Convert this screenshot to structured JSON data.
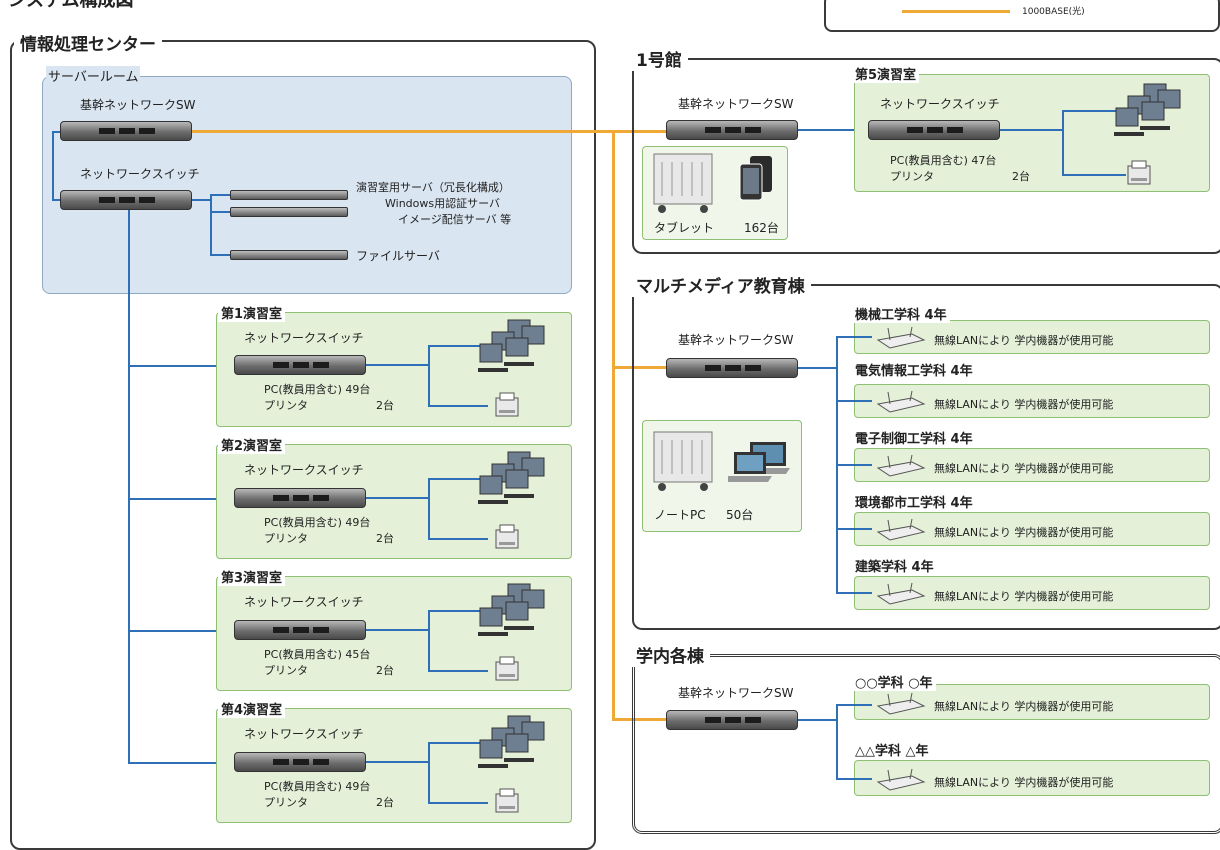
{
  "header_title": "システム構成図",
  "legend": {
    "label": "1000BASE(光)",
    "color": "#f0a836"
  },
  "colors": {
    "link_blue": "#2f6fb8",
    "link_fiber": "#f0a836",
    "server_room": "#d9e5f1",
    "lab": "#e4f0d8"
  },
  "center": {
    "title": "情報処理センター",
    "server_room": {
      "title": "サーバールーム",
      "backbone_label": "基幹ネットワークSW",
      "switch_label": "ネットワークスイッチ",
      "servers_line1": "演習室用サーバ（冗長化構成）",
      "servers_line2": "Windows用認証サーバ",
      "servers_line3": "イメージ配信サーバ 等",
      "file_server": "ファイルサーバ"
    },
    "labs": [
      {
        "title": "第1演習室",
        "switch": "ネットワークスイッチ",
        "pc": "PC(教員用含む) 49台",
        "printer": "プリンタ",
        "printer_count": "2台"
      },
      {
        "title": "第2演習室",
        "switch": "ネットワークスイッチ",
        "pc": "PC(教員用含む) 49台",
        "printer": "プリンタ",
        "printer_count": "2台"
      },
      {
        "title": "第3演習室",
        "switch": "ネットワークスイッチ",
        "pc": "PC(教員用含む) 45台",
        "printer": "プリンタ",
        "printer_count": "2台"
      },
      {
        "title": "第4演習室",
        "switch": "ネットワークスイッチ",
        "pc": "PC(教員用含む) 49台",
        "printer": "プリンタ",
        "printer_count": "2台"
      }
    ]
  },
  "bldg1": {
    "title": "1号館",
    "backbone_label": "基幹ネットワークSW",
    "tablet": "タブレット",
    "tablet_count": "162台",
    "lab": {
      "title": "第5演習室",
      "switch": "ネットワークスイッチ",
      "pc": "PC(教員用含む) 47台",
      "printer": "プリンタ",
      "printer_count": "2台"
    }
  },
  "multimedia": {
    "title": "マルチメディア教育棟",
    "backbone_label": "基幹ネットワークSW",
    "notepc": "ノートPC",
    "notepc_count": "50台",
    "depts": [
      {
        "title": "機械工学科 4年",
        "wireless": "無線LANにより 学内機器が使用可能"
      },
      {
        "title": "電気情報工学科 4年",
        "wireless": "無線LANにより 学内機器が使用可能"
      },
      {
        "title": "電子制御工学科 4年",
        "wireless": "無線LANにより 学内機器が使用可能"
      },
      {
        "title": "環境都市工学科 4年",
        "wireless": "無線LANにより 学内機器が使用可能"
      },
      {
        "title": "建築学科 4年",
        "wireless": "無線LANにより 学内機器が使用可能"
      }
    ]
  },
  "campus": {
    "title": "学内各棟",
    "backbone_label": "基幹ネットワークSW",
    "depts": [
      {
        "title": "○○学科 ○年",
        "wireless": "無線LANにより 学内機器が使用可能"
      },
      {
        "title": "△△学科 △年",
        "wireless": "無線LANにより 学内機器が使用可能"
      }
    ]
  }
}
